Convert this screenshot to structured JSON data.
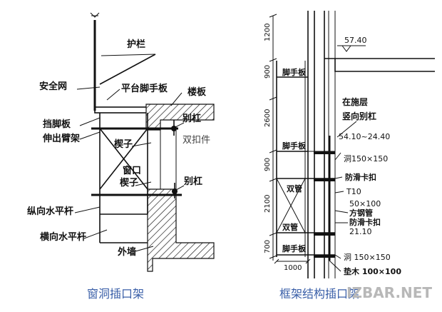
{
  "left": {
    "caption": "窗洞插口架",
    "labels": {
      "guardrail": "护栏",
      "safety_net": "安全网",
      "platform_board": "平台脚手板",
      "floor_slab": "楼板",
      "toe_board": "挡脚板",
      "cantilever": "伸出臂架",
      "bar_top": "别杠",
      "double_clamp": "双扣件",
      "wedge_top": "楔子",
      "window": "窗口",
      "wedge_bottom": "楔子",
      "bar_bottom": "别杠",
      "longitudinal": "纵向水平杆",
      "transverse": "横向水平杆",
      "outer_wall": "外墙"
    }
  },
  "right": {
    "caption": "框架结构插口架",
    "labels": {
      "elev_top": "57.40",
      "under_construction": "在施层",
      "vertical_bar": "竖向别杠",
      "elev_range": "54.10~24.40",
      "hole_top": "洞150×150",
      "anti_slip_top": "防滑卡扣",
      "t10": "T10",
      "tube": "50×100",
      "steel_tube": "方钢管",
      "anti_slip_bottom": "防滑卡扣",
      "elev_low": "21.10",
      "hole_bottom": "洞 150×150",
      "wood_block": "垫木 100×100",
      "scaffold_board_top": "脚手板",
      "scaffold_board_mid": "脚手板",
      "scaffold_board_bottom": "脚手板",
      "double_tube_top": "双管",
      "double_tube_bottom": "双管"
    },
    "dimensions": {
      "d1": "1200",
      "d2": "900",
      "d3": "2600",
      "d4": "900",
      "d5": "2100",
      "d6": "700",
      "base": "1000"
    }
  },
  "watermark": "IZBAR.NET"
}
